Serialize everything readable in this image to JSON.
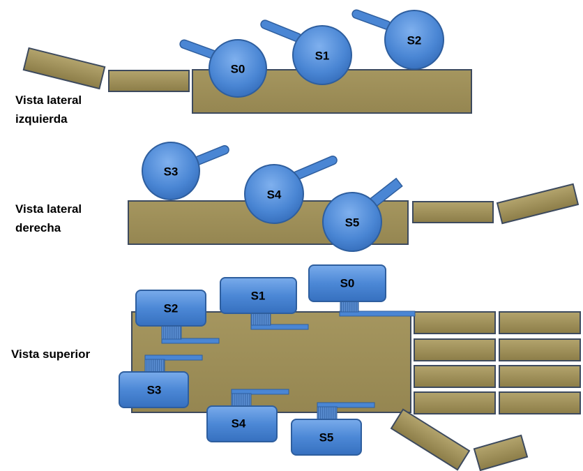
{
  "views": {
    "left": {
      "label_line1": "Vista lateral",
      "label_line2": "izquierda"
    },
    "right": {
      "label_line1": "Vista lateral",
      "label_line2": "derecha"
    },
    "top": {
      "label": "Vista superior"
    }
  },
  "servos": {
    "s0": "S0",
    "s1": "S1",
    "s2": "S2",
    "s3": "S3",
    "s4": "S4",
    "s5": "S5"
  },
  "colors": {
    "base": "#9a8b56",
    "base_stroke": "#3d4a5e",
    "servo": "#4a86d4",
    "servo_stroke": "#2e5e9e",
    "background": "#ffffff"
  }
}
